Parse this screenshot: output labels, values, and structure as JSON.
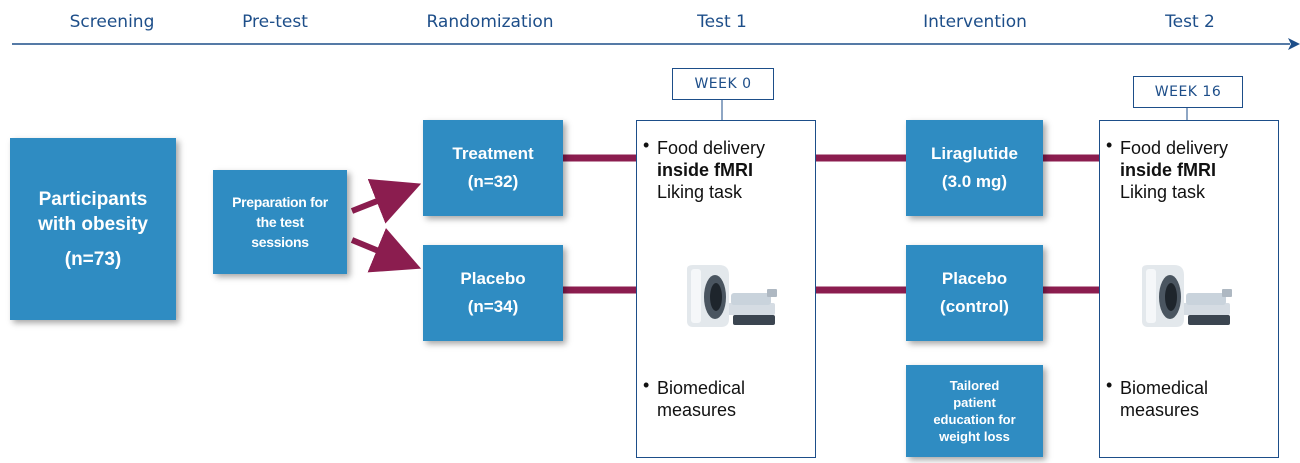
{
  "phases": [
    "Screening",
    "Pre-test",
    "Randomization",
    "Test 1",
    "Intervention",
    "Test 2"
  ],
  "colors": {
    "box": "#2f8cc2",
    "connector": "#8b1d4f",
    "axis": "#1d4e89"
  },
  "participants": {
    "line1": "Participants",
    "line2": "with obesity",
    "line3": "(n=73)"
  },
  "preparation": {
    "line1": "Preparation for",
    "line2": "the test",
    "line3": "sessions"
  },
  "treatment": {
    "label": "Treatment",
    "n": "(n=32)"
  },
  "placebo_group": {
    "label": "Placebo",
    "n": "(n=34)"
  },
  "test1": {
    "week": "WEEK 0",
    "item1_a": "Food delivery",
    "item1_b": "inside fMRI",
    "item1_c": "Liking task",
    "item2_a": "Biomedical",
    "item2_b": "measures",
    "bullet": "•",
    "scanner_icon": "mri-scanner-icon"
  },
  "liraglutide": {
    "label": "Liraglutide",
    "dose": "(3.0 mg)"
  },
  "placebo_control": {
    "label": "Placebo",
    "sub": "(control)"
  },
  "education": {
    "line1": "Tailored",
    "line2": "patient",
    "line3": "education for",
    "line4": "weight loss"
  },
  "test2": {
    "week": "WEEK 16",
    "item1_a": "Food delivery",
    "item1_b": "inside fMRI",
    "item1_c": "Liking task",
    "item2_a": "Biomedical",
    "item2_b": "measures",
    "bullet": "•",
    "scanner_icon": "mri-scanner-icon"
  }
}
